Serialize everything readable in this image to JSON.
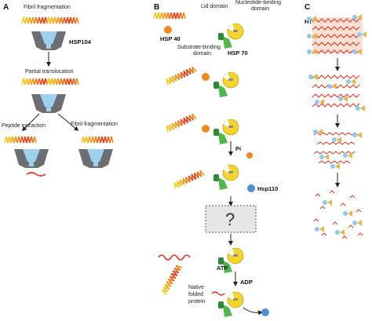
{
  "panels": {
    "a": {
      "letter": "A",
      "fibril_fragmentation_top": "Fibril fragmentation",
      "hsp104": "HSP104",
      "partial_translocation": "Partial translocation",
      "peptide_extraction": "Peptide extraction",
      "fibril_fragmentation_bottom": "Fibril fragmentation"
    },
    "b": {
      "letter": "B",
      "lid_domain": "Lid domain",
      "nucleotide_binding": "Nucleotide-binding",
      "domain_1": "domain",
      "hsp40": "HSP 40",
      "substrate_binding": "Substrate-binding",
      "domain_2": "domain",
      "hsp70": "HSP 70",
      "pi": "Pi",
      "hsp110": "Hsp110",
      "question": "?",
      "atp": "ATP",
      "adp": "ADP",
      "native": "Native",
      "folded": "folded",
      "protein": "protein"
    },
    "c": {
      "letter": "C",
      "htra1": "HTRA1"
    }
  },
  "colors": {
    "fibril_red": "#e8321e",
    "fibril_orange": "#f39a1e",
    "fibril_yellow": "#f7d21a",
    "hsp104_grey": "#6d6e71",
    "hsp104_blue": "#9fd0ee",
    "hsp70_yellow": "#f6d42a",
    "hsp70_green": "#4fb848",
    "hsp40_orange": "#f08a1c",
    "hsp110_blue": "#4a90d9",
    "htra1_blue": "#8fc9ec",
    "htra1_gold": "#e9b64a"
  }
}
